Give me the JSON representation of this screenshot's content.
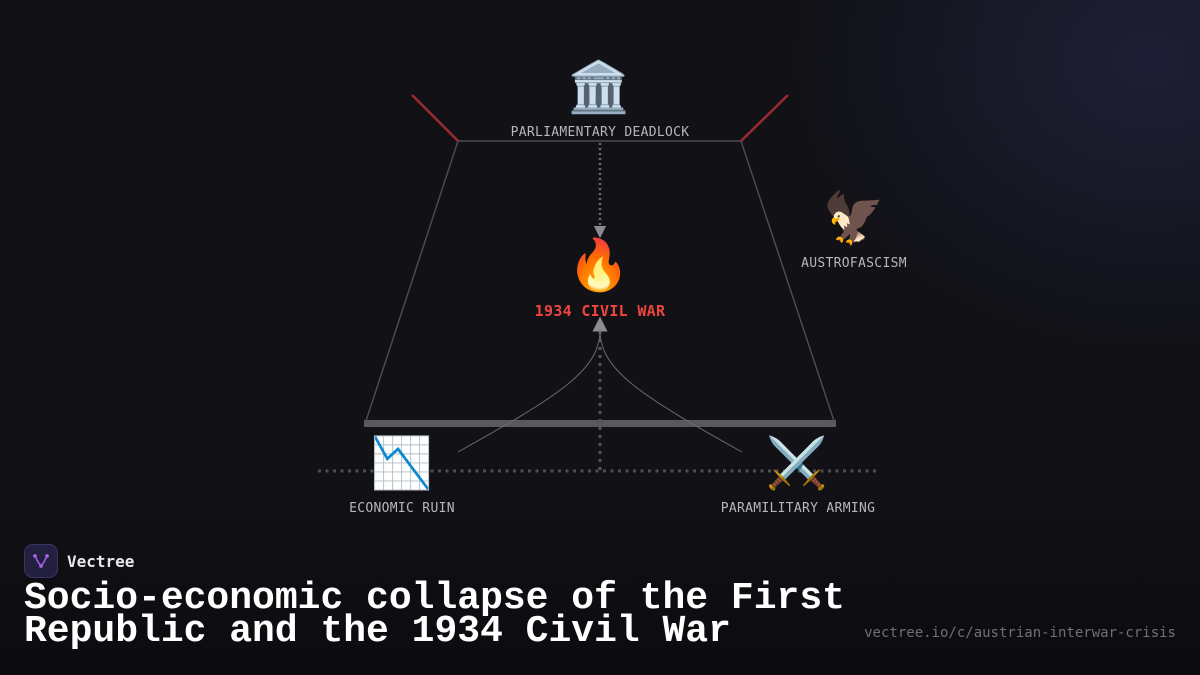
{
  "nodes": {
    "parliament": {
      "icon": "classical-building-icon",
      "glyph": "🏛️",
      "label": "PARLIAMENTARY DEADLOCK"
    },
    "civil_war": {
      "icon": "fire-icon",
      "glyph": "🔥",
      "label": "1934 CIVIL WAR"
    },
    "austrofascism": {
      "icon": "eagle-icon",
      "glyph": "🦅",
      "label": "AUSTROFASCISM"
    },
    "economic_ruin": {
      "icon": "chart-decreasing-icon",
      "glyph": "📉",
      "label": "ECONOMIC RUIN"
    },
    "paramilitary": {
      "icon": "crossed-swords-icon",
      "glyph": "⚔️",
      "label": "PARAMILITARY ARMING"
    }
  },
  "colors": {
    "background": "#111116",
    "hot_label": "#f0453f",
    "accent_lines": "#9b2a30",
    "frame_lines": "#4a4a50",
    "brand_logo": "#23203f"
  },
  "brand": {
    "name": "Vectree",
    "icon": "vectree-logo-icon"
  },
  "footer": {
    "title": "Socio-economic collapse of the First Republic and the 1934 Civil War",
    "url": "vectree.io/c/austrian-interwar-crisis"
  }
}
